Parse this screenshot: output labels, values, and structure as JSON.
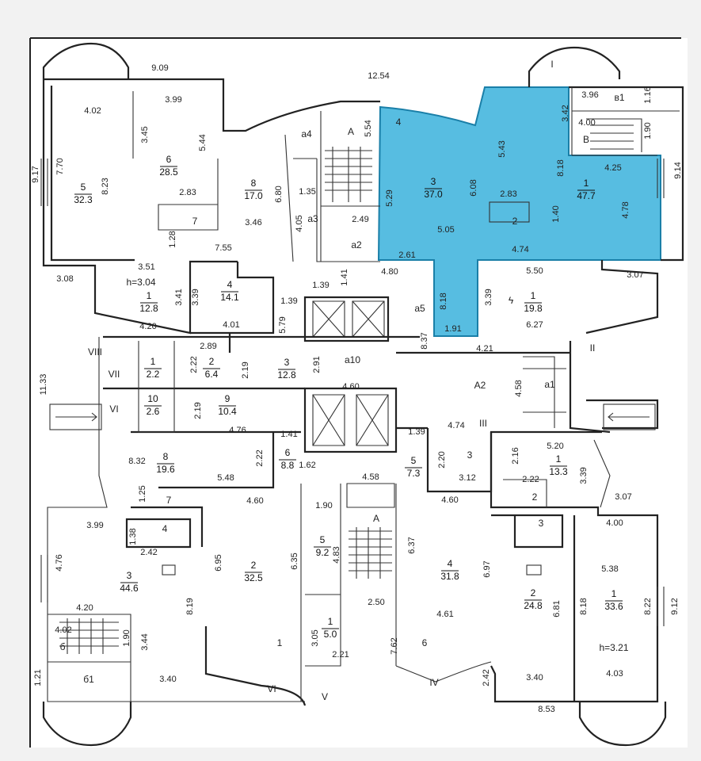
{
  "highlight_color": "#3ab2dc",
  "rooms": [
    {
      "num": "5",
      "area": "32.3"
    },
    {
      "num": "6",
      "area": "28.5"
    },
    {
      "num": "8",
      "area": "17.0"
    },
    {
      "num": "1",
      "area": "12.8"
    },
    {
      "num": "4",
      "area": "14.1"
    },
    {
      "num": "3",
      "area": "37.0"
    },
    {
      "num": "1",
      "area": "47.7"
    },
    {
      "num": "1",
      "area": "19.8"
    },
    {
      "num": "1",
      "area": "2.2"
    },
    {
      "num": "2",
      "area": "6.4"
    },
    {
      "num": "3",
      "area": "12.8"
    },
    {
      "num": "10",
      "area": "2.6"
    },
    {
      "num": "9",
      "area": "10.4"
    },
    {
      "num": "8",
      "area": "19.6"
    },
    {
      "num": "6",
      "area": "8.8"
    },
    {
      "num": "5",
      "area": "7.3"
    },
    {
      "num": "1",
      "area": "13.3"
    },
    {
      "num": "3",
      "area": "44.6"
    },
    {
      "num": "2",
      "area": "32.5"
    },
    {
      "num": "5",
      "area": "9.2"
    },
    {
      "num": "4",
      "area": "31.8"
    },
    {
      "num": "2",
      "area": "24.8"
    },
    {
      "num": "1",
      "area": "33.6"
    },
    {
      "num": "1",
      "area": "5.0"
    }
  ],
  "tags": [
    "7",
    "2",
    "7",
    "4",
    "2",
    "3",
    "3",
    "A",
    "A",
    "A2",
    "a4",
    "a3",
    "a2",
    "a5",
    "a10",
    "a1",
    "в1",
    "В",
    "б",
    "б1",
    "III",
    "I",
    "II",
    "VIII",
    "VII",
    "VI",
    "VI",
    "V",
    "IV",
    "1",
    "6",
    "4",
    "ϟ",
    "h=3.04",
    "h=3.21"
  ],
  "dimensions": [
    "9.09",
    "12.54",
    "4.02",
    "3.99",
    "3.45",
    "5.44",
    "7.70",
    "8.23",
    "9.17",
    "2.83",
    "6.80",
    "3.46",
    "1.35",
    "4.05",
    "2.49",
    "5.54",
    "1.28",
    "7.55",
    "3.08",
    "3.51",
    "3.41",
    "3.39",
    "4.20",
    "4.01",
    "1.39",
    "1.41",
    "1.39",
    "5.79",
    "2.89",
    "2.22",
    "2.19",
    "2.91",
    "4.60",
    "3.96",
    "1.16",
    "3.42",
    "4.00",
    "1.90",
    "5.43",
    "8.18",
    "4.25",
    "9.14",
    "6.08",
    "5.29",
    "2.83",
    "1.40",
    "4.78",
    "5.05",
    "2.61",
    "4.74",
    "4.80",
    "5.50",
    "3.07",
    "8.18",
    "3.39",
    "1.91",
    "6.27",
    "8.37",
    "4.21",
    "4.58",
    "11.33",
    "4.76",
    "1.41",
    "2.19",
    "8.32",
    "2.22",
    "1.62",
    "5.48",
    "4.60",
    "1.25",
    "3.99",
    "1.38",
    "2.42",
    "6.95",
    "6.35",
    "1.90",
    "4.83",
    "4.76",
    "4.20",
    "8.19",
    "4.02",
    "1.90",
    "3.44",
    "1.21",
    "3.40",
    "3.05",
    "2.21",
    "2.50",
    "7.62",
    "1.39",
    "4.74",
    "2.20",
    "3.12",
    "2.16",
    "5.20",
    "3.39",
    "2.22",
    "4.58",
    "4.60",
    "3.07",
    "4.00",
    "6.37",
    "6.97",
    "5.38",
    "8.18",
    "8.22",
    "9.12",
    "6.81",
    "4.61",
    "2.42",
    "3.40",
    "4.03",
    "8.53"
  ]
}
